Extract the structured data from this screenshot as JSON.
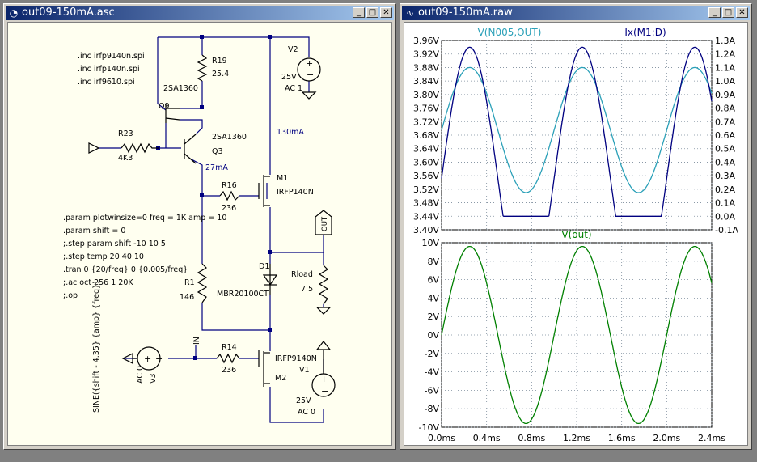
{
  "schematic_window": {
    "title": "out09-150mA.asc",
    "directives": [
      ".inc irfp9140n.spi",
      ".inc irfp140n.spi",
      ".inc irf9610.spi"
    ],
    "params": [
      ".param plotwinsize=0 freq = 1K amp = 10",
      ".param shift = 0",
      ";.step param shift -10 10 5",
      ";.step temp 20 40 10",
      ".tran 0 {20/freq} 0 {0.005/freq}",
      ";.ac oct 256 1 20K",
      ";.op"
    ],
    "components": {
      "r19_name": "R19",
      "r19_value": "25.4",
      "q9_model": "2SA1360",
      "q9_name": "Q9",
      "q3_model": "2SA1360",
      "q3_name": "Q3",
      "r23_name": "R23",
      "r23_value": "4K3",
      "current_27": "27mA",
      "current_130": "130mA",
      "v2_name": "V2",
      "v2_value": "25V",
      "v2_ac": "AC 1",
      "m1_name": "M1",
      "m1_model": "IRFP140N",
      "r16_name": "R16",
      "r16_value": "236",
      "out_label": "OUT",
      "d1_name": "D1",
      "d1_model": "MBR20100CT",
      "rload_name": "Rload",
      "rload_value": "7.5",
      "r1_name": "R1",
      "r1_value": "146",
      "in_label": "IN",
      "r14_name": "R14",
      "r14_value": "236",
      "m2_model": "IRFP9140N",
      "m2_name": "M2",
      "v1_name": "V1",
      "v1_value": "25V",
      "v1_ac": "AC 0",
      "v3_name": "V3",
      "v3_ac": "AC 0",
      "sine_label": "SINE({shift - 4.35} {amp} {freq})"
    }
  },
  "plot_window": {
    "title": "out09-150mA.raw",
    "top_traces": [
      "V(N005,OUT)",
      "Ix(M1:D)"
    ],
    "top_left_ticks": [
      "3.96V",
      "3.92V",
      "3.88V",
      "3.84V",
      "3.80V",
      "3.76V",
      "3.72V",
      "3.68V",
      "3.64V",
      "3.60V",
      "3.56V",
      "3.52V",
      "3.48V",
      "3.44V",
      "3.40V"
    ],
    "top_right_ticks": [
      "1.3A",
      "1.2A",
      "1.1A",
      "1.0A",
      "0.9A",
      "0.8A",
      "0.7A",
      "0.6A",
      "0.5A",
      "0.4A",
      "0.3A",
      "0.2A",
      "0.1A",
      "0.0A",
      "-0.1A"
    ],
    "bottom_trace": "V(out)",
    "bottom_left_ticks": [
      "10V",
      "8V",
      "6V",
      "4V",
      "2V",
      "0V",
      "-2V",
      "-4V",
      "-6V",
      "-8V",
      "-10V"
    ],
    "x_ticks": [
      "0.0ms",
      "0.4ms",
      "0.8ms",
      "1.2ms",
      "1.6ms",
      "2.0ms",
      "2.4ms"
    ],
    "colors": {
      "vdiff": "#2aa0b8",
      "ix": "#000080",
      "vout": "#008000",
      "grid": "#7a8a9a"
    }
  },
  "chart_data": [
    {
      "type": "line",
      "title": "",
      "x": [
        0.0,
        0.25,
        0.5,
        0.75,
        1.0,
        1.25,
        1.5,
        1.75,
        2.0,
        2.25,
        2.4
      ],
      "xlabel": "",
      "x_ticks": [
        "0.0ms",
        "0.4ms",
        "0.8ms",
        "1.2ms",
        "1.6ms",
        "2.0ms",
        "2.4ms"
      ],
      "xlim": [
        0.0,
        2.4
      ],
      "series": [
        {
          "name": "V(N005,OUT)",
          "axis": "left",
          "peak": 3.88,
          "trough": 3.51,
          "values": [
            3.7,
            3.88,
            3.7,
            3.51,
            3.7,
            3.88,
            3.7,
            3.51,
            3.7,
            3.88,
            3.79
          ]
        },
        {
          "name": "Ix(M1:D)",
          "axis": "right",
          "peak": 1.25,
          "trough": 0.0,
          "values": [
            0.28,
            1.25,
            0.28,
            0.0,
            0.28,
            1.25,
            0.28,
            0.0,
            0.28,
            1.25,
            0.82
          ]
        }
      ],
      "ylim_left": [
        3.4,
        3.96
      ],
      "ylim_right": [
        -0.1,
        1.3
      ],
      "grid": true
    },
    {
      "type": "line",
      "title": "",
      "x": [
        0.0,
        0.25,
        0.5,
        0.75,
        1.0,
        1.25,
        1.5,
        1.75,
        2.0,
        2.25,
        2.4
      ],
      "xlim": [
        0.0,
        2.4
      ],
      "series": [
        {
          "name": "V(out)",
          "amplitude": 9.6,
          "frequency_khz": 1,
          "values": [
            0.0,
            9.6,
            0.0,
            -9.6,
            0.0,
            9.6,
            0.0,
            -9.6,
            0.0,
            9.6,
            5.6
          ]
        }
      ],
      "ylim": [
        -10,
        10
      ],
      "grid": true
    }
  ]
}
